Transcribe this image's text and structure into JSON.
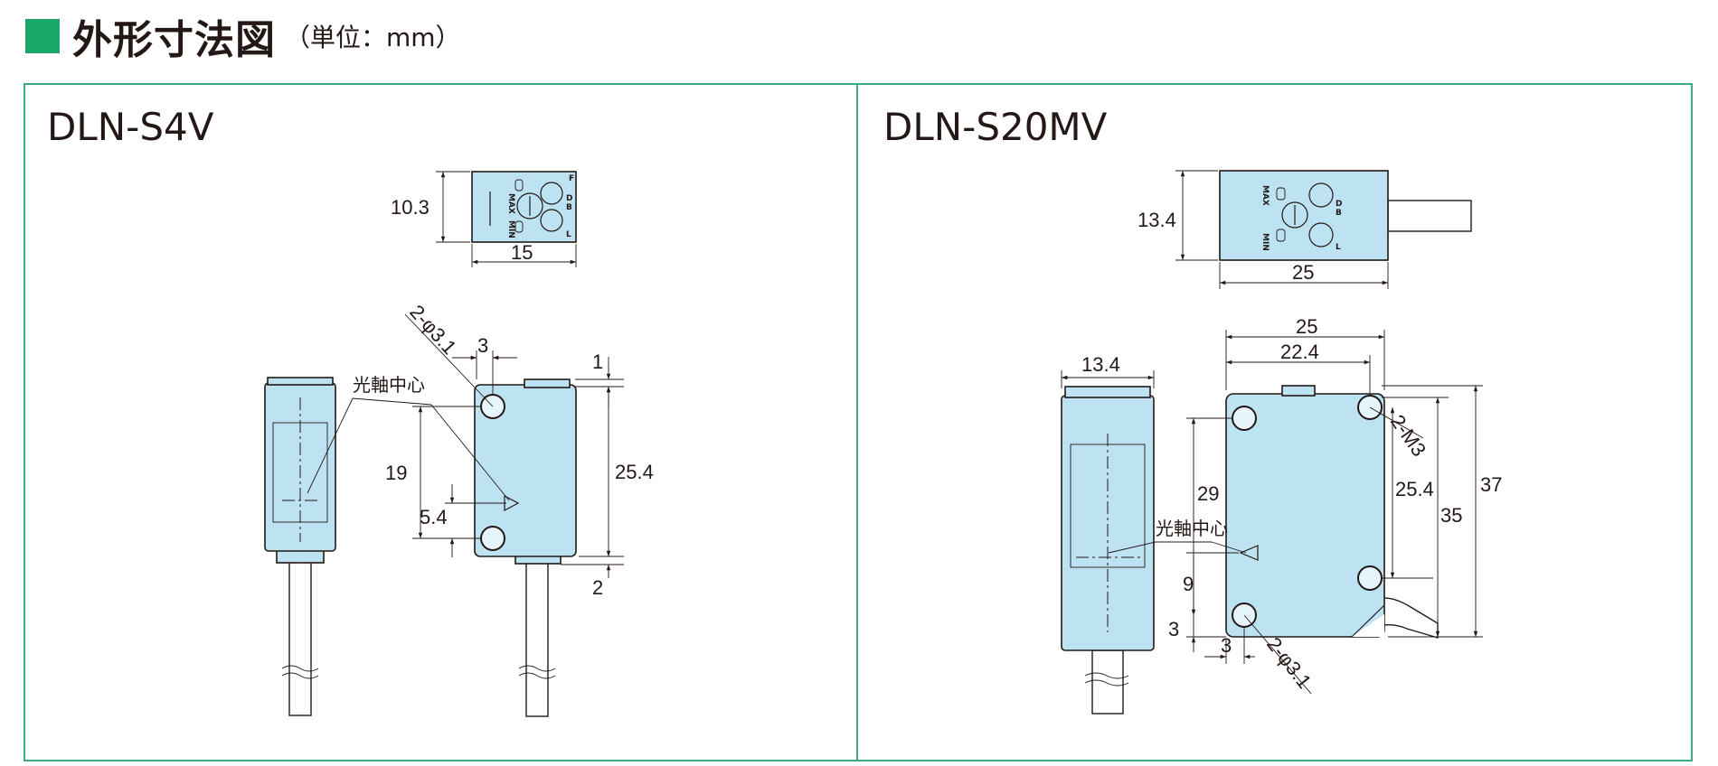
{
  "header": {
    "title": "外形寸法図",
    "unit": "（単位：mm）"
  },
  "colors": {
    "accent": "#19a86a",
    "frame": "#3aa98a",
    "body": "#bde3f3"
  },
  "left_panel": {
    "model": "DLN-S4V",
    "top_view": {
      "height": "10.3",
      "width": "15",
      "marks": {
        "min": "MIN",
        "max": "MAX",
        "d": "D",
        "b": "B",
        "l": "L",
        "f": "F"
      }
    },
    "front_view": {
      "hole_label": "2-φ3.1",
      "hole_offset": "3",
      "top_offset": "1",
      "optical_axis": "光軸中心",
      "hole_pitch": "19",
      "axis_height": "5.4",
      "overall_height": "25.4",
      "bottom_offset": "2"
    }
  },
  "right_panel": {
    "model": "DLN-S20MV",
    "top_view": {
      "height": "13.4",
      "width": "25",
      "marks": {
        "min": "MIN",
        "max": "MAX",
        "d": "D",
        "b": "B",
        "l": "L"
      }
    },
    "side_view": {
      "width": "13.4"
    },
    "front_view": {
      "overall_width": "25",
      "hole_pitch_width": "22.4",
      "thread_label": "2-M3",
      "hole_pitch_left": "29",
      "hole_pitch_right": "25.4",
      "height_inner": "35",
      "overall_height": "37",
      "optical_axis": "光軸中心",
      "axis_height": "9",
      "bottom_offset": "3",
      "hole_offset": "3",
      "hole_label": "2-φ3.1"
    }
  }
}
